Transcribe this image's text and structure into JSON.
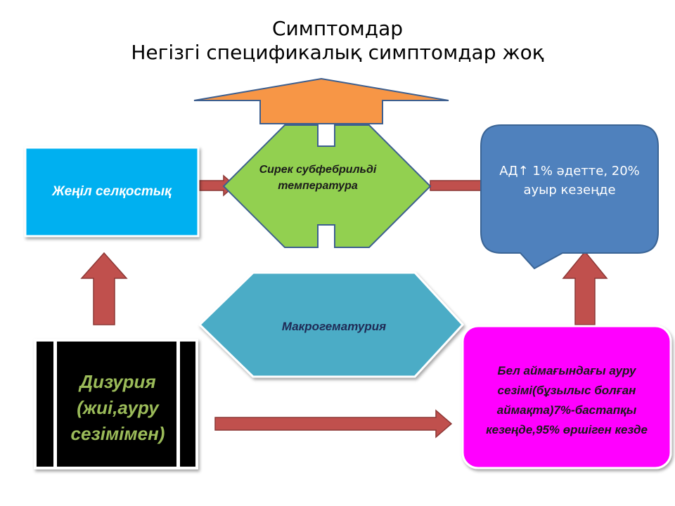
{
  "title": {
    "line1": "Симптомдар",
    "line2": "Негізгі спецификалық симптомдар жоқ"
  },
  "nodes": {
    "chills": "Жеңіл селқостық",
    "fever": "Сирек субфебрильді температура",
    "blood_pressure": "АД↑ 1% әдетте, 20% ауыр кезеңде",
    "macrohematuria": "Макрогематурия",
    "dysuria": "Дизурия (жиі,ауру сезімімен)",
    "lumbar_pain": "Бел аймағындағы ауру сезімі(бұзылыс болған аймақта)7%-бастапқы кезеңде,95% өршіген кезде"
  },
  "colors": {
    "chills_box": "#00b0f0",
    "fever_shape": "#92d050",
    "up_arrow": "#f79646",
    "bp_callout": "#4f81bd",
    "macrohematuria_hex": "#4bacc6",
    "lumbar_box": "#ff00ff",
    "connector_arrows": "#c0504d",
    "dysuria_box": "#000000",
    "dysuria_text": "#9bbb59"
  }
}
